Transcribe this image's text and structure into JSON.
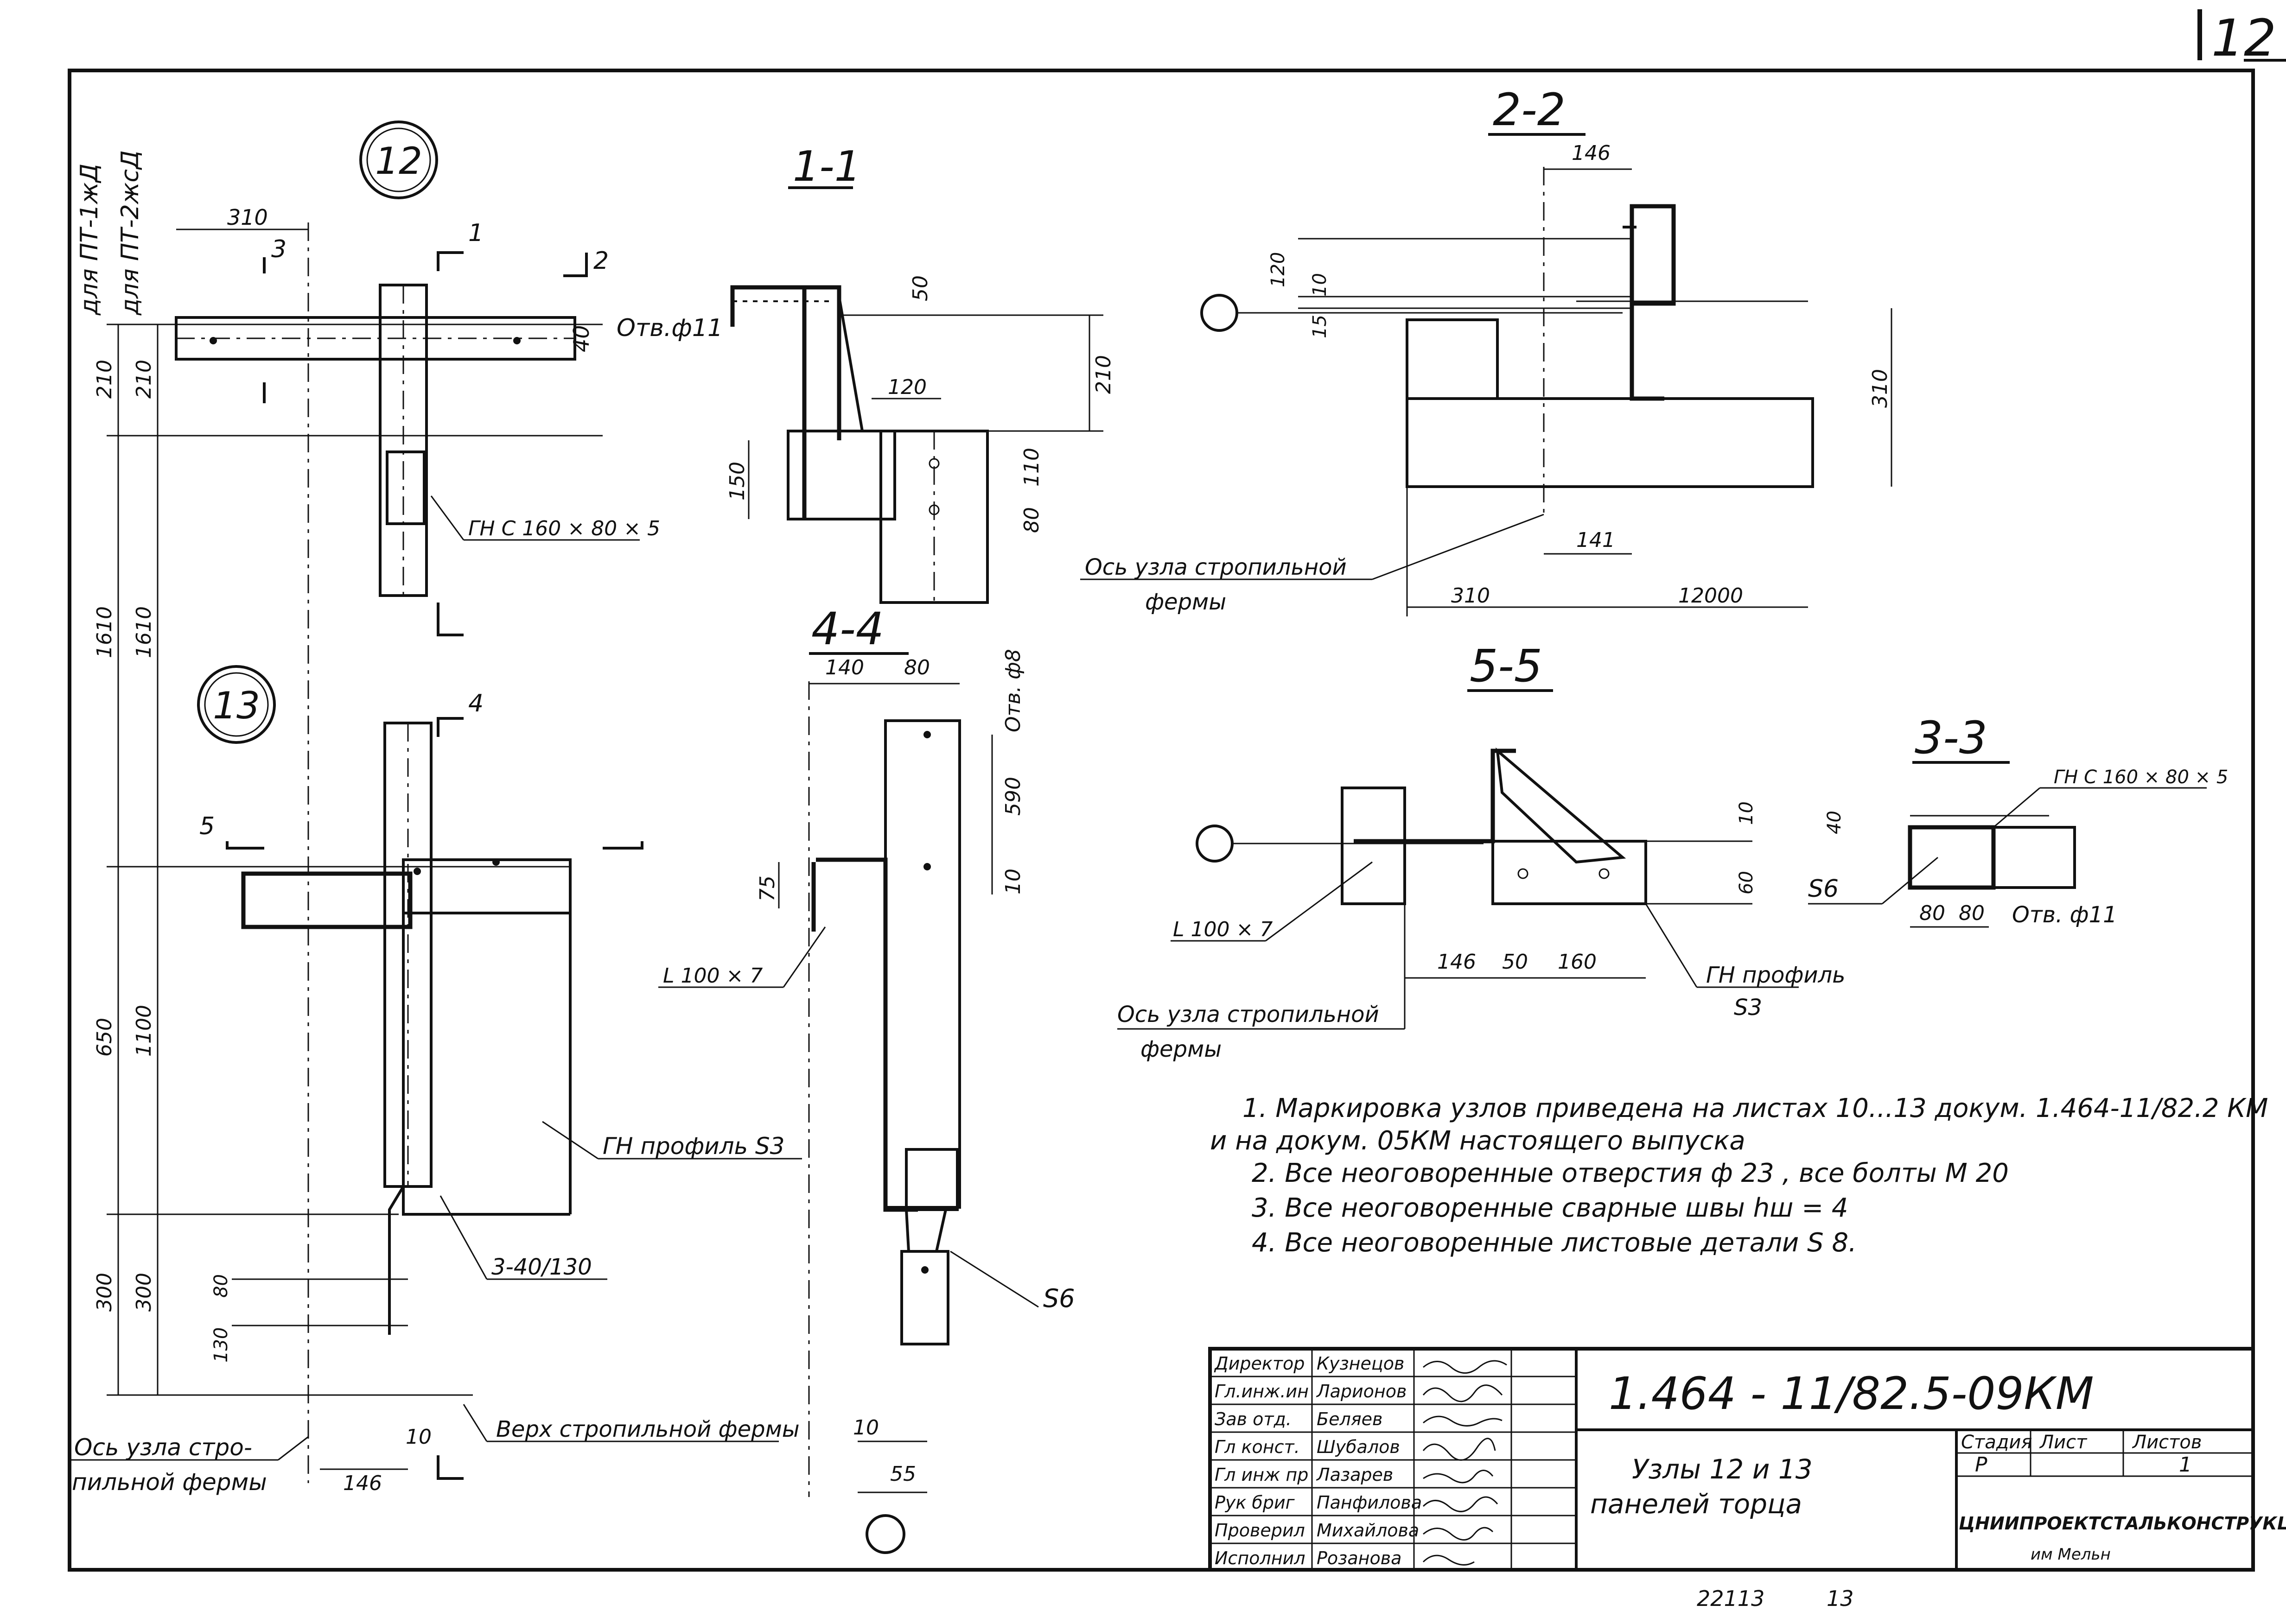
{
  "sheet_corner": {
    "number": "12"
  },
  "title_block": {
    "code": "1.464 - 11/82.5-09КМ",
    "title_line1": "Узлы 12 и 13",
    "title_line2": "панелей торца",
    "stage_header": "Стадия",
    "sheet_header": "Лист",
    "sheets_header": "Листов",
    "stage_value": "Р",
    "sheet_value": "",
    "sheets_value": "1",
    "org_line1": "ЦНИИПРОЕКТСТАЛЬКОНСТРУКЦИЯ",
    "org_line2": "им Мельн",
    "staff": [
      {
        "role": "Директор",
        "name": "Кузнецов"
      },
      {
        "role": "Гл.инж.ин",
        "name": "Ларионов"
      },
      {
        "role": "Зав отд.",
        "name": "Беляев"
      },
      {
        "role": "Гл конст.",
        "name": "Шубалов"
      },
      {
        "role": "Гл инж пр",
        "name": "Лазарев"
      },
      {
        "role": "Рук бриг",
        "name": "Панфилова"
      },
      {
        "role": "Проверил",
        "name": "Михайлова"
      },
      {
        "role": "Исполнил",
        "name": "Розанова"
      }
    ]
  },
  "bottom_stamp": {
    "archive": "22113",
    "page": "13"
  },
  "views": {
    "node12": {
      "label": "12"
    },
    "node13": {
      "label": "13"
    },
    "sec11": {
      "label": "1-1"
    },
    "sec22": {
      "label": "2-2"
    },
    "sec33": {
      "label": "3-3"
    },
    "sec44": {
      "label": "4-4"
    },
    "sec55": {
      "label": "5-5"
    }
  },
  "left_labels": {
    "ptl1": "для ПТ-1жД",
    "ptl2": "для ПТ-2жсД"
  },
  "dims": {
    "d310_top": "310",
    "d40": "40",
    "d210a": "210",
    "d210b": "210",
    "d1610a": "1610",
    "d1610b": "1610",
    "d650": "650",
    "d1100": "1100",
    "d300a": "300",
    "d300b": "300",
    "d80_13": "80",
    "d130": "130",
    "d146_13": "146",
    "d10_13": "10",
    "d50_11": "50",
    "d210_11": "210",
    "d120_11": "120",
    "d150_11": "150",
    "d110_11": "110",
    "d80_11": "80",
    "d146_22": "146",
    "d120_22": "120",
    "d10_22": "10",
    "d15_22": "15",
    "d310_22r": "310",
    "d141": "141",
    "d310_22b": "310",
    "d12000": "12000",
    "d140_44": "140",
    "d80_44": "80",
    "d590": "590",
    "d75": "75",
    "d10_44": "10",
    "d10_44b": "10",
    "d55": "55",
    "d10_55": "10",
    "d60_55": "60",
    "d146_55": "146",
    "d50_55": "50",
    "d160_55": "160",
    "d40_33": "40",
    "d80_33a": "80",
    "d80_33b": "80"
  },
  "callouts": {
    "hole11": "Отв.ф11",
    "hole11_33": "Отв. ф11",
    "hole8": "Отв. ф8",
    "gn_c160": "ГН  С 160 × 80 × 5",
    "gn_c160_33": "ГН  С 160 × 80 × 5",
    "axis_22a": "Ось узла стропильной",
    "axis_22b": "фермы",
    "axis_55a": "Ось узла стропильной",
    "axis_55b": "фермы",
    "axis_13a": "Ось узла стро-",
    "axis_13b": "пильной фермы",
    "gn_s3": "ГН   профиль S3",
    "gn_s3_55a": "ГН профиль",
    "gn_s3_55b": "S3",
    "angle_44": "L 100 × 7",
    "angle_55": "L 100 × 7",
    "s6_44": "S6",
    "s6_33": "S6",
    "holes_13": "3-40/130",
    "truss_top": "Верх стропильной фермы",
    "cut1": "1",
    "cut2": "2",
    "cut3": "3",
    "cut4": "4",
    "cut5": "5"
  },
  "notes": [
    "1. Маркировка узлов приведена на листах  10...13 докум. 1.464-11/82.2 КМ",
    "и на докум. 05КМ настоящего выпуска",
    "2. Все   неоговоренные   отверстия  ф 23 , все болты   М 20",
    "3. Все    неоговоренные    сварные  швы  hш = 4",
    "4. Все    неоговоренные     листовые детали S 8."
  ]
}
